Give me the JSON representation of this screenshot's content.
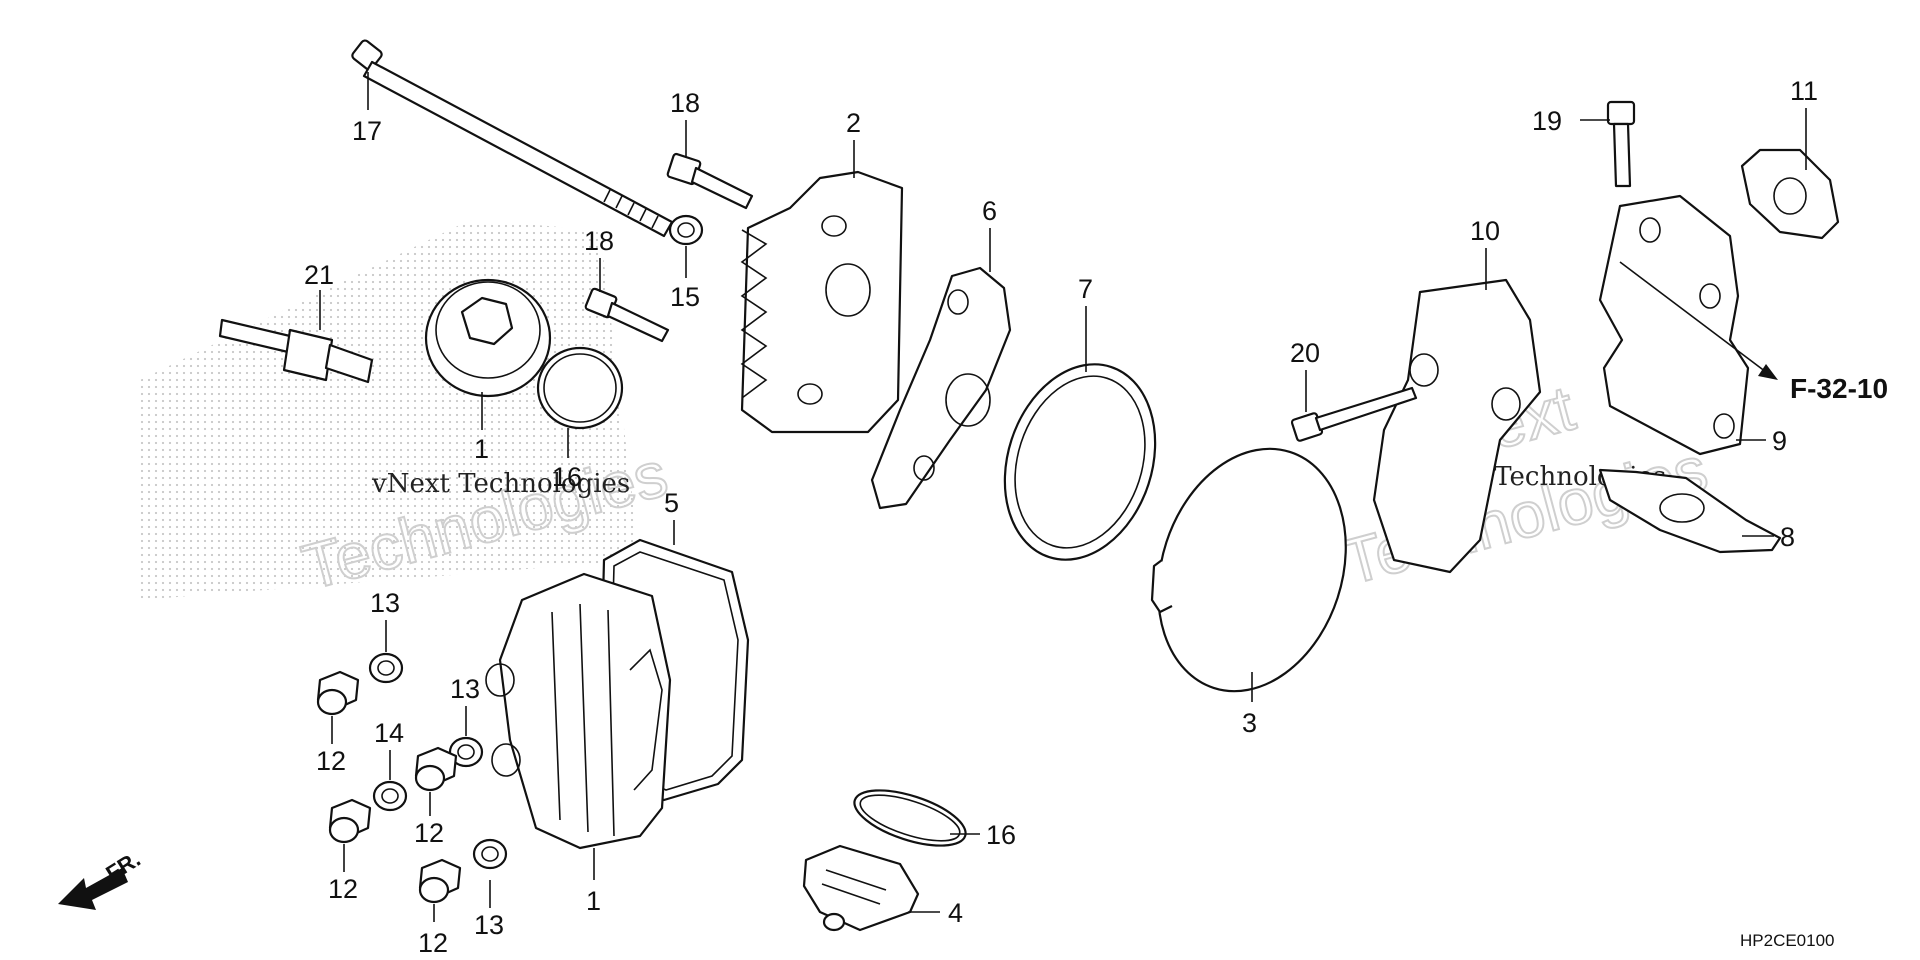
{
  "callouts": [
    {
      "id": "17",
      "label": "17"
    },
    {
      "id": "18a",
      "label": "18"
    },
    {
      "id": "18b",
      "label": "18"
    },
    {
      "id": "15",
      "label": "15"
    },
    {
      "id": "21",
      "label": "21"
    },
    {
      "id": "1a",
      "label": "1"
    },
    {
      "id": "16a",
      "label": "16"
    },
    {
      "id": "2",
      "label": "2"
    },
    {
      "id": "6",
      "label": "6"
    },
    {
      "id": "7",
      "label": "7"
    },
    {
      "id": "5",
      "label": "5"
    },
    {
      "id": "10",
      "label": "10"
    },
    {
      "id": "19",
      "label": "19"
    },
    {
      "id": "11",
      "label": "11"
    },
    {
      "id": "20",
      "label": "20"
    },
    {
      "id": "9",
      "label": "9"
    },
    {
      "id": "8",
      "label": "8"
    },
    {
      "id": "3",
      "label": "3"
    },
    {
      "id": "13a",
      "label": "13"
    },
    {
      "id": "13b",
      "label": "13"
    },
    {
      "id": "13c",
      "label": "13"
    },
    {
      "id": "14",
      "label": "14"
    },
    {
      "id": "12a",
      "label": "12"
    },
    {
      "id": "12b",
      "label": "12"
    },
    {
      "id": "12c",
      "label": "12"
    },
    {
      "id": "12d",
      "label": "12"
    },
    {
      "id": "1b",
      "label": "1"
    },
    {
      "id": "16b",
      "label": "16"
    },
    {
      "id": "4",
      "label": "4"
    }
  ],
  "reference": "F-32-10",
  "front_label": "FR.",
  "diagram_code": "HP2CE0100",
  "watermark": {
    "line1": "vNext Technologies",
    "line2": "Technologies",
    "line3": "vNext"
  }
}
